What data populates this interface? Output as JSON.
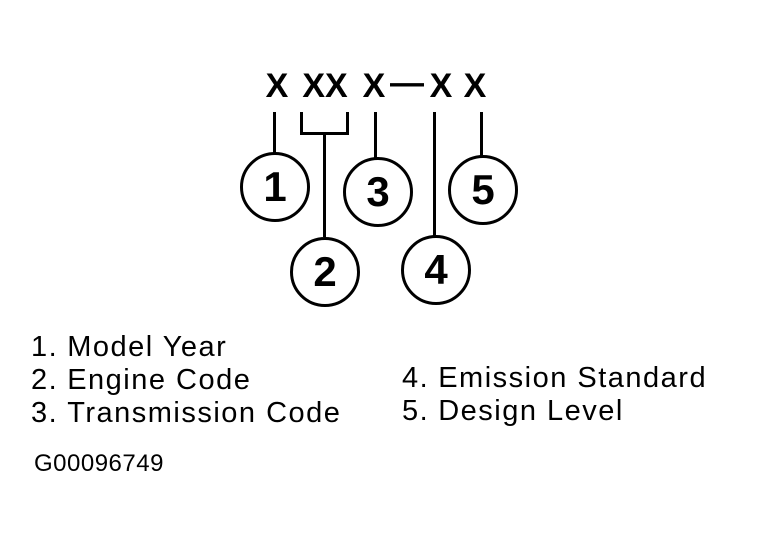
{
  "diagram": {
    "code_segments": [
      "X",
      "XX",
      "X",
      "—",
      "X",
      "X"
    ],
    "callout_numbers": [
      "1",
      "2",
      "3",
      "4",
      "5"
    ]
  },
  "legend": {
    "items": [
      {
        "num": "1.",
        "label": "Model Year"
      },
      {
        "num": "2.",
        "label": "Engine Code"
      },
      {
        "num": "3.",
        "label": "Transmission Code"
      },
      {
        "num": "4.",
        "label": "Emission Standard"
      },
      {
        "num": "5.",
        "label": "Design Level"
      }
    ]
  },
  "figure_id": "G00096749",
  "colors": {
    "ink": "#000000",
    "paper": "#ffffff"
  }
}
